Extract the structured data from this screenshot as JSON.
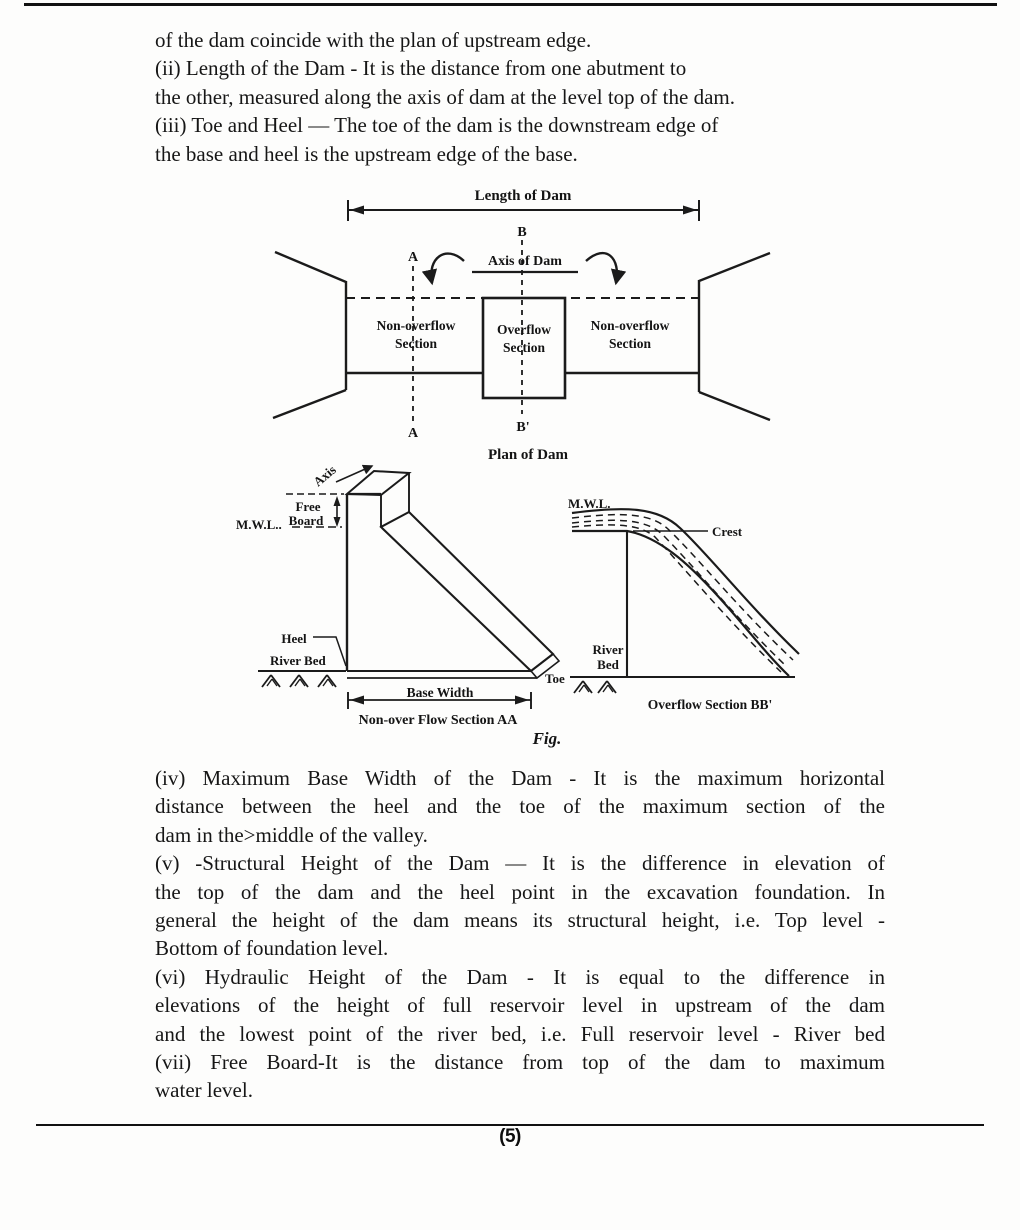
{
  "doc": {
    "page_number": "(5)",
    "top_lines": [
      "of the dam coincide with the plan of upstream edge.",
      "(ii) Length of the Dam - It is the distance from one abutment to",
      "the other, measured along the axis of dam at the level top of the dam.",
      "(iii) Toe and Heel — The toe of the dam is the downstream edge of",
      "the base and heel is the upstream edge of the base."
    ],
    "bottom_lines": [
      "(iv) Maximum Base Width of the Dam - It is the maximum horizontal",
      "distance between the heel and the toe of the maximum section of the",
      "dam in the>middle of the valley.",
      "(v) -Structural Height of the Dam — It is the difference in elevation of",
      "the top of the dam and the heel point in the excavation foundation. In",
      "general the height of the dam means its structural height, i.e. Top level -",
      "Bottom of foundation level.",
      "(vi) Hydraulic Height of the Dam - It is equal to the difference in",
      "elevations of the height of full reservoir level in upstream of the dam",
      "and the lowest point of the river bed, i.e. Full reservoir level - River bed",
      "(vii) Free Board-It is the distance from top of the dam to maximum",
      "water level."
    ]
  },
  "figure": {
    "plan": {
      "length_label": "Length of Dam",
      "b_top": "B",
      "b_bottom": "B'",
      "a_top": "A",
      "a_bottom": "A",
      "axis_label": "Axis of Dam",
      "nonoverflow_line1": "Non-overflow",
      "nonoverflow_line2": "Section",
      "overflow_line1": "Overflow",
      "overflow_line2": "Section",
      "caption": "Plan of Dam"
    },
    "section_aa": {
      "axis": "Axis",
      "free": "Free",
      "board": "Board",
      "mwl": "M.W.L..",
      "heel": "Heel",
      "river_bed": "River Bed",
      "toe": "Toe",
      "base_width": "Base Width",
      "caption": "Non-over Flow Section AA"
    },
    "section_bb": {
      "mwl": "M.W.L.",
      "crest": "Crest",
      "river": "River",
      "bed": "Bed",
      "caption": "Overflow Section BB'"
    },
    "fig_label": "Fig.",
    "ink_color": "#1b1b1b"
  }
}
